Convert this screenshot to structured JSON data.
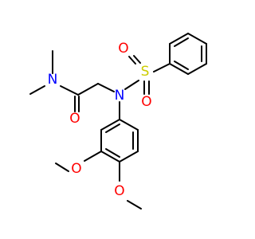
{
  "molecule": {
    "atoms": {
      "n_amine": {
        "symbol": "N",
        "color": "#0000ff"
      },
      "n_amide": {
        "symbol": "N",
        "color": "#0000ff"
      },
      "s": {
        "symbol": "S",
        "color": "#cccc00"
      },
      "o_s1": {
        "symbol": "O",
        "color": "#ff0000"
      },
      "o_s2": {
        "symbol": "O",
        "color": "#ff0000"
      },
      "o_amide": {
        "symbol": "O",
        "color": "#ff0000"
      },
      "o_meo1": {
        "symbol": "O",
        "color": "#ff0000"
      },
      "o_meo2": {
        "symbol": "O",
        "color": "#ff0000"
      }
    }
  }
}
